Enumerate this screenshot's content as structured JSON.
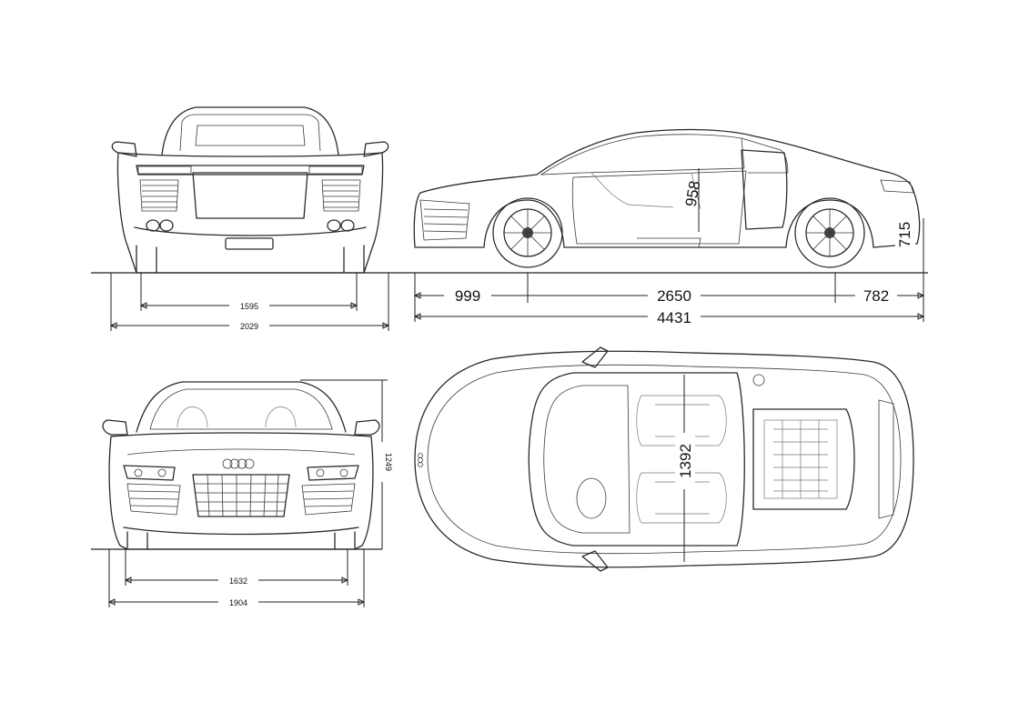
{
  "dimensions": {
    "rear_track": "1595",
    "rear_width": "2029",
    "front_overhang": "999",
    "wheelbase": "2650",
    "rear_overhang": "782",
    "length": "4431",
    "door_sill": "958",
    "bumper_height": "715",
    "front_track": "1632",
    "front_width": "1904",
    "height": "1249",
    "interior_width": "1392"
  },
  "colors": {
    "line": "#2a2a2a",
    "background": "#ffffff"
  }
}
